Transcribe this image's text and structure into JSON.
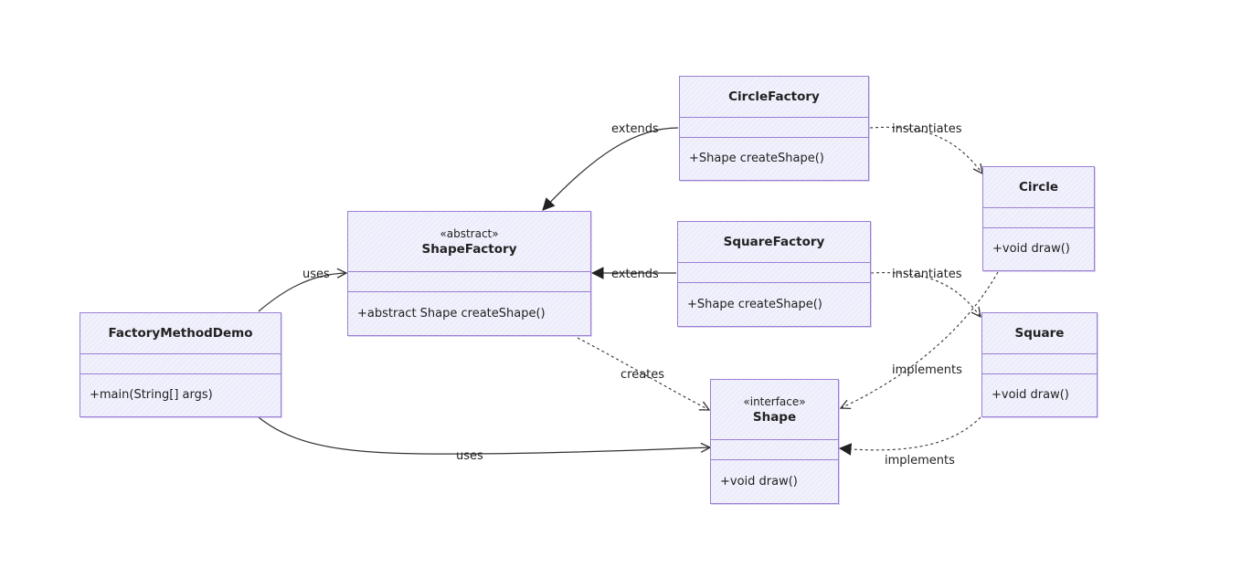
{
  "classes": {
    "circle_factory": {
      "name": "CircleFactory",
      "method": "+Shape createShape()"
    },
    "shape_factory": {
      "stereotype": "«abstract»",
      "name": "ShapeFactory",
      "method": "+abstract Shape createShape()"
    },
    "square_factory": {
      "name": "SquareFactory",
      "method": "+Shape createShape()"
    },
    "factory_method_demo": {
      "name": "FactoryMethodDemo",
      "method": "+main(String[] args)"
    },
    "shape": {
      "stereotype": "«interface»",
      "name": "Shape",
      "method": "+void draw()"
    },
    "circle": {
      "name": "Circle",
      "method": "+void draw()"
    },
    "square": {
      "name": "Square",
      "method": "+void draw()"
    }
  },
  "relations": {
    "circle_extends": "extends",
    "square_extends": "extends",
    "circle_instantiates": "instantiates",
    "square_instantiates": "instantiates",
    "demo_uses_factory": "uses",
    "demo_uses_shape": "uses",
    "factory_creates": "creates",
    "circle_implements": "implements",
    "square_implements": "implements"
  },
  "colors": {
    "border": "#9b7fd4",
    "fill": "#ececfb",
    "line": "#333333"
  }
}
